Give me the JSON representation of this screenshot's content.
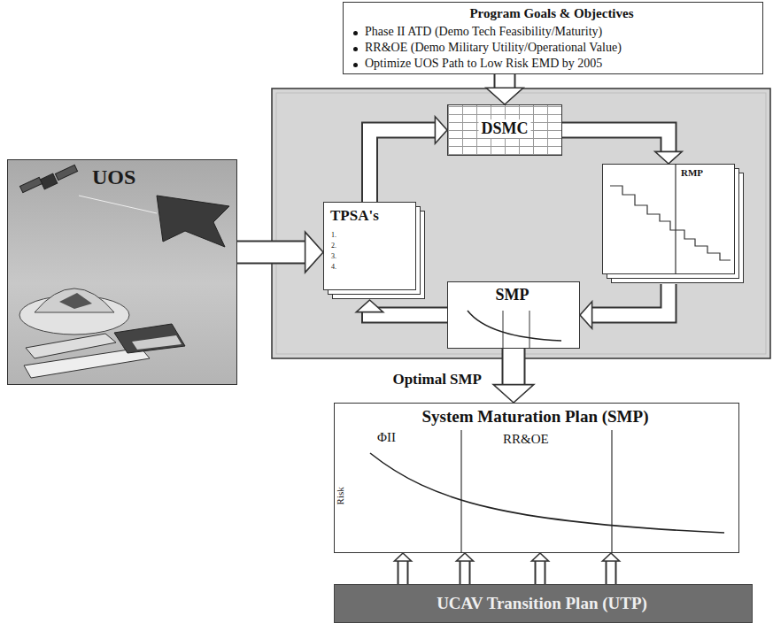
{
  "diagram": {
    "nodes": [
      {
        "text": [
          "Program Goals & Objectives",
          "Phase II ATD (Demo Tech Feasibility/Maturity)",
          "RR&OE (Demo Military Utility/Operational Value)",
          "Optimize UOS Path to Low Risk EMD by 2005"
        ]
      },
      {
        "text": [
          "UOS"
        ]
      },
      {
        "text": [
          "DSMC"
        ]
      },
      {
        "text": [
          "TPSA's",
          "1.",
          "2.",
          "3.",
          "4."
        ]
      },
      {
        "text": [
          "RMP"
        ]
      },
      {
        "text": [
          "SMP"
        ]
      },
      {
        "text": [
          "System Maturation Plan (SMP)",
          "ΦII",
          "RR&OE",
          "Risk"
        ]
      },
      {
        "text": [
          "UCAV Transition Plan (UTP)"
        ]
      }
    ],
    "edges": [
      {
        "from": 0,
        "to": 2,
        "arrow": "to"
      },
      {
        "from": 1,
        "to": 3,
        "arrow": "to"
      },
      {
        "from": 3,
        "to": 2,
        "arrow": "to"
      },
      {
        "from": 2,
        "to": 4,
        "arrow": "to"
      },
      {
        "from": 4,
        "to": 5,
        "arrow": "to"
      },
      {
        "from": 5,
        "to": 3,
        "arrow": "to"
      },
      {
        "from": 5,
        "to": 6,
        "label": "Optimal SMP",
        "arrow": "to"
      },
      {
        "from": 7,
        "to": 6,
        "arrow": "to"
      },
      {
        "from": 7,
        "to": 6,
        "arrow": "to"
      },
      {
        "from": 7,
        "to": 6,
        "arrow": "to"
      },
      {
        "from": 7,
        "to": 6,
        "arrow": "to"
      }
    ]
  }
}
